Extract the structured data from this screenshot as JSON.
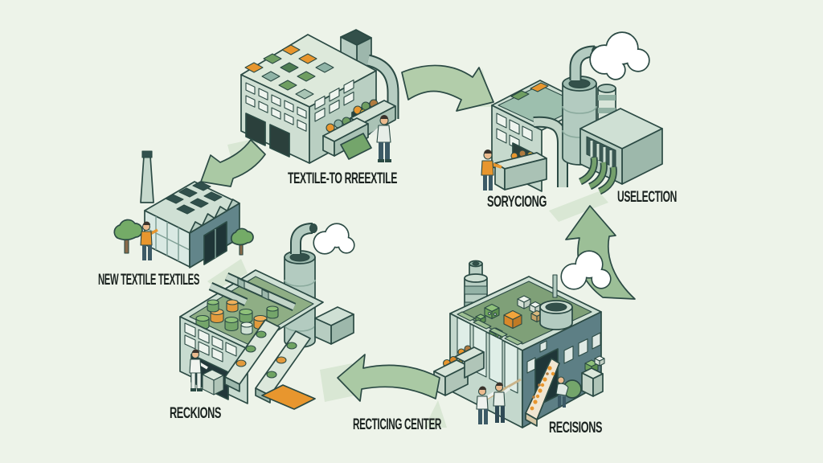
{
  "meta": {
    "description": "Isometric infographic illustrating a circular textile recycling process",
    "background": "#edf3e9"
  },
  "labels": {
    "textile_to_textile": "TEXTILE-TO RREEXTILE",
    "sorting": "SORYCIONG",
    "use_selection": "USELECTION",
    "new_textiles": "NEW TEXTILE TEXTILES",
    "reckions": "RECKIONS",
    "recycling_center": "RECTICING CENTER",
    "recisions": "RECISIONS"
  },
  "diagram": {
    "type": "cycle",
    "nodes": [
      {
        "id": "textile-to-textile-factory",
        "label_key": "textile_to_textile",
        "position": "top-center"
      },
      {
        "id": "sorting-facility",
        "label_key": "sorting",
        "position": "right",
        "secondary_label_key": "use_selection"
      },
      {
        "id": "recycling-intake-building",
        "label_key": "recisions",
        "position": "bottom-right"
      },
      {
        "id": "processing-plant",
        "label_key": "reckions",
        "position": "bottom-center-left",
        "nearby_label_key": "recycling_center"
      },
      {
        "id": "new-textiles-factory",
        "label_key": "new_textiles",
        "position": "left"
      }
    ],
    "arrows": [
      {
        "from": "textile-to-textile-factory",
        "to": "sorting-facility",
        "direction": "right"
      },
      {
        "from": "recycling-intake-building",
        "to": "sorting-facility",
        "direction": "up"
      },
      {
        "from": "recycling-intake-building",
        "to": "processing-plant",
        "direction": "left"
      },
      {
        "from": "textile-to-textile-factory",
        "to": "new-textiles-factory",
        "direction": "down-left"
      }
    ]
  },
  "colors": {
    "background": "#edf3e9",
    "outline": "#2b4a44",
    "arrow_green": "#a9c7a3",
    "accent_orange": "#e8962e",
    "accent_green": "#6f9e62",
    "teal_tile": "#8fb3a6",
    "wall_light": "#cfdfd3",
    "wall_mid": "#b9cfc2",
    "wall_dark": "#5d7f85",
    "roof_green": "#7fa078",
    "cloud": "#ffffff"
  }
}
